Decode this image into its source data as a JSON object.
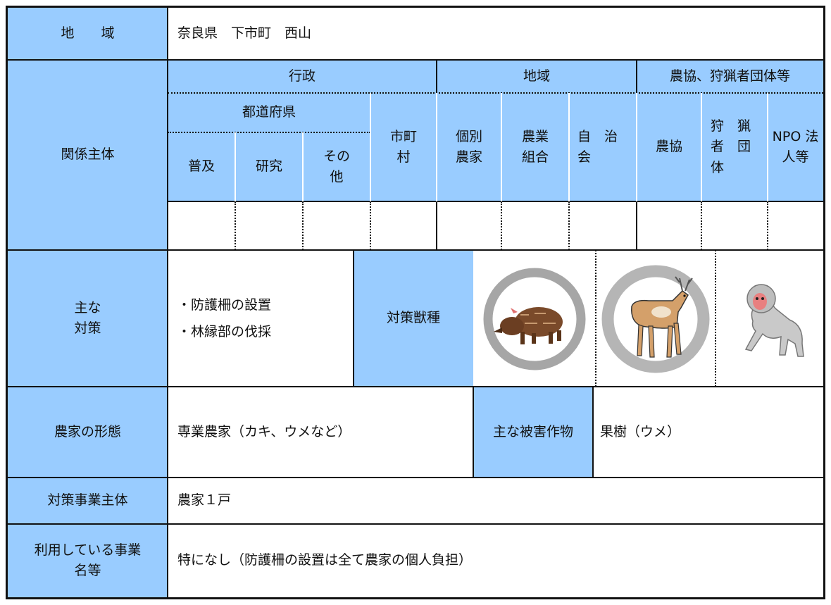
{
  "region": {
    "label": "地　　域",
    "value": "奈良県　下市町　西山"
  },
  "stakeholders": {
    "label": "関係主体",
    "groups": {
      "gov": "行政",
      "local": "地域",
      "assoc": "農協、狩猟者団体等"
    },
    "subgroups": {
      "prefecture": "都道府県"
    },
    "cols": {
      "fukyu": "普及",
      "kenkyu": "研究",
      "sonota": [
        "その",
        "他"
      ],
      "shichoson": [
        "市町",
        "村"
      ],
      "kobetsu": [
        "個別",
        "農家"
      ],
      "kumiai": [
        "農業",
        "組合"
      ],
      "jichikai": [
        "自　治",
        "会"
      ],
      "nokyo": "農協",
      "ryoyu": [
        "狩　猟",
        "者　団",
        "体"
      ],
      "npo": [
        "NPO 法",
        "人等"
      ]
    }
  },
  "measures": {
    "label": [
      "主な",
      "対策"
    ],
    "items": [
      "・防護柵の設置",
      "・林縁部の伐採"
    ],
    "species_label": "対策獣種",
    "species_icons": [
      "boar-icon",
      "deer-icon",
      "monkey-icon"
    ]
  },
  "farm": {
    "label": "農家の形態",
    "value": "専業農家（カキ、ウメなど）",
    "damage_label": "主な被害作物",
    "damage_value": "果樹（ウメ）"
  },
  "entity": {
    "label": "対策事業主体",
    "value": "農家１戸"
  },
  "programs": {
    "label": [
      "利用している事業",
      "名等"
    ],
    "value": "特になし（防護柵の設置は全て農家の個人負担）"
  },
  "colors": {
    "header_blue": "#99ccff",
    "ring_gray": "#a6a6a6",
    "border": "#111111"
  }
}
